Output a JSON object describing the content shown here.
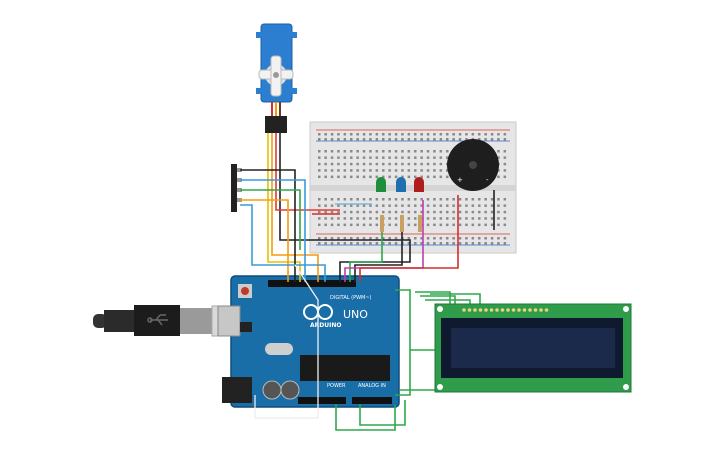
{
  "arduino": {
    "logo_text": "ARDUINO",
    "model": "UNO",
    "digital_label": "DIGITAL (PWM~)",
    "power_label": "POWER",
    "analog_label": "ANALOG IN",
    "board_color": "#1a6ea8"
  },
  "breadboard": {
    "color": "#e6e6e6"
  },
  "buzzer": {
    "plus_label": "+",
    "minus_label": "-"
  },
  "leds": [
    {
      "color": "#1d8f3a"
    },
    {
      "color": "#1f6fb0"
    },
    {
      "color": "#b01d1d"
    }
  ],
  "lcd": {
    "pcb_color": "#2e9c4a",
    "screen_color": "#1b2a4a"
  }
}
